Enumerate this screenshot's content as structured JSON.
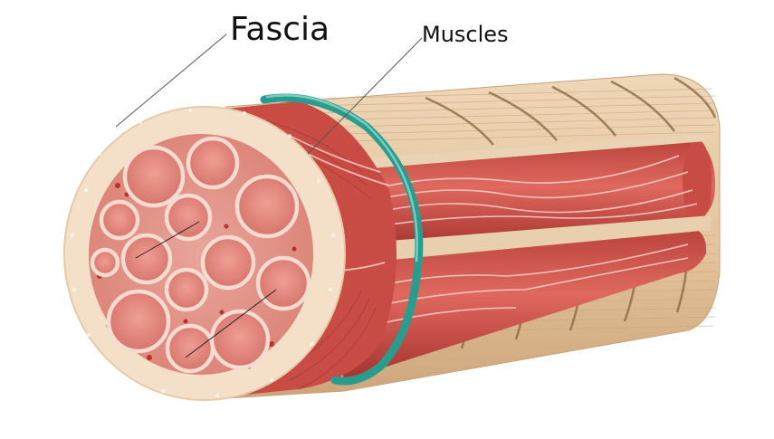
{
  "labels": {
    "fascia": "Fascia",
    "muscles": "Muscles"
  },
  "colors": {
    "background": "#ffffff",
    "fascia_outer": "#f4e0c9",
    "fascia_dots": "#ffffff",
    "muscle_red": "#d4584f",
    "muscle_dark": "#9c2f2c",
    "fascicle_fill": "#e58f86",
    "fascicle_ring": "#f6dbd0",
    "fiber_lines": "#ecd6cf",
    "tan_casing": "#e6caa5",
    "tan_lines": "#c9a57b",
    "tan_stripe": "#8b6a47",
    "teal_band": "#2a9c8e",
    "teal_band_light": "#7ccac0",
    "leader_line": "#333333"
  },
  "icons": [
    "fascia-cross-section",
    "muscle-bundle",
    "teal-band"
  ]
}
